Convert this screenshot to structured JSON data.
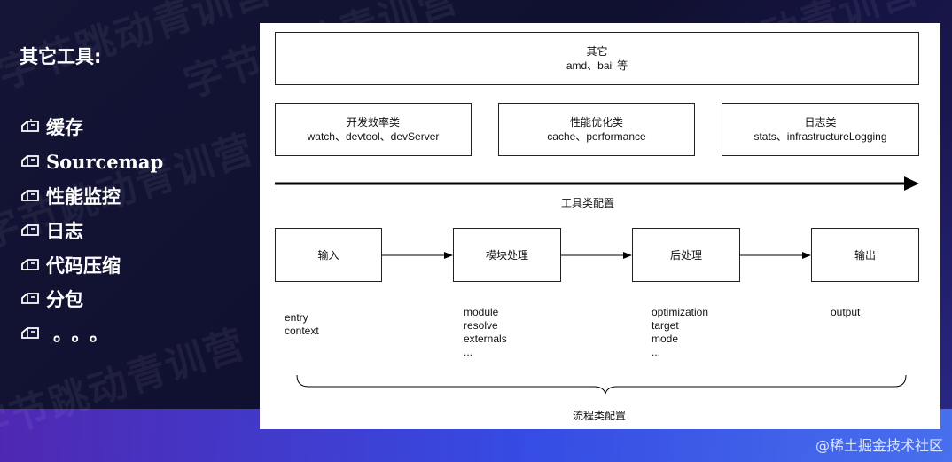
{
  "left": {
    "title": "其它工具:",
    "items": [
      "缓存",
      "Sourcemap",
      "性能监控",
      "日志",
      "代码压缩",
      "分包",
      "。。。"
    ]
  },
  "diagram": {
    "other_box": {
      "title": "其它",
      "detail": "amd、bail 等"
    },
    "category_boxes": [
      {
        "title": "开发效率类",
        "detail": "watch、devtool、devServer"
      },
      {
        "title": "性能优化类",
        "detail": "cache、performance"
      },
      {
        "title": "日志类",
        "detail": "stats、infrastructureLogging"
      }
    ],
    "tool_axis_label": "工具类配置",
    "flow_boxes": [
      "输入",
      "模块处理",
      "后处理",
      "输出"
    ],
    "flow_params": [
      [
        "entry",
        "context"
      ],
      [
        "module",
        "resolve",
        "externals",
        "..."
      ],
      [
        "optimization",
        "target",
        "mode",
        "..."
      ],
      [
        "output"
      ]
    ],
    "flow_label": "流程类配置"
  },
  "watermark": "字节跳动青训营",
  "footer": "@稀土掘金技术社区"
}
